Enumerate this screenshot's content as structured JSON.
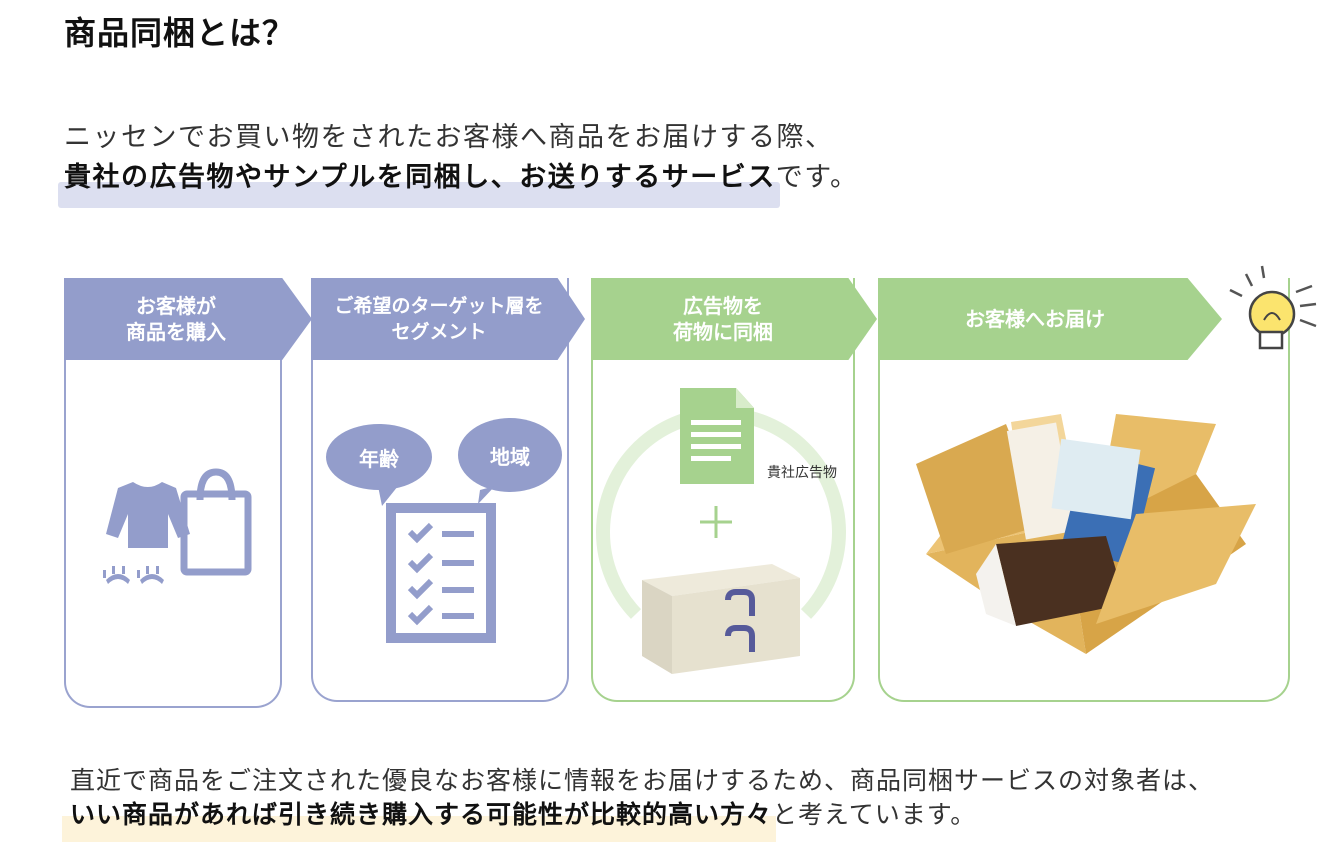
{
  "title": "商品同梱とは？",
  "intro": {
    "line1": "ニッセンでお買い物をされたお客様へ商品をお届けする際、",
    "highlight": "貴社の広告物やサンプルを同梱し、お送りするサービス",
    "tail": "です。"
  },
  "steps": [
    {
      "line1": "お客様が",
      "line2": "商品を購入",
      "color": "#939dcb"
    },
    {
      "line1": "ご希望のターゲット層を",
      "line2": "セグメント",
      "color": "#939dcb"
    },
    {
      "line1": "広告物を",
      "line2": "荷物に同梱",
      "color": "#a6d28e"
    },
    {
      "line1": "お客様へお届け",
      "line2": "",
      "color": "#a6d28e"
    }
  ],
  "segment": {
    "bubble1": "年齢",
    "bubble2": "地域"
  },
  "enclosure": {
    "doc_label": "貴社広告物"
  },
  "bottom": {
    "line1": "直近で商品をご注文された優良なお客様に情報をお届けするため、商品同梱サービスの対象者は、",
    "highlight": "いい商品があれば引き続き購入する可能性が比較的高い方々",
    "tail": "と考えています。"
  }
}
